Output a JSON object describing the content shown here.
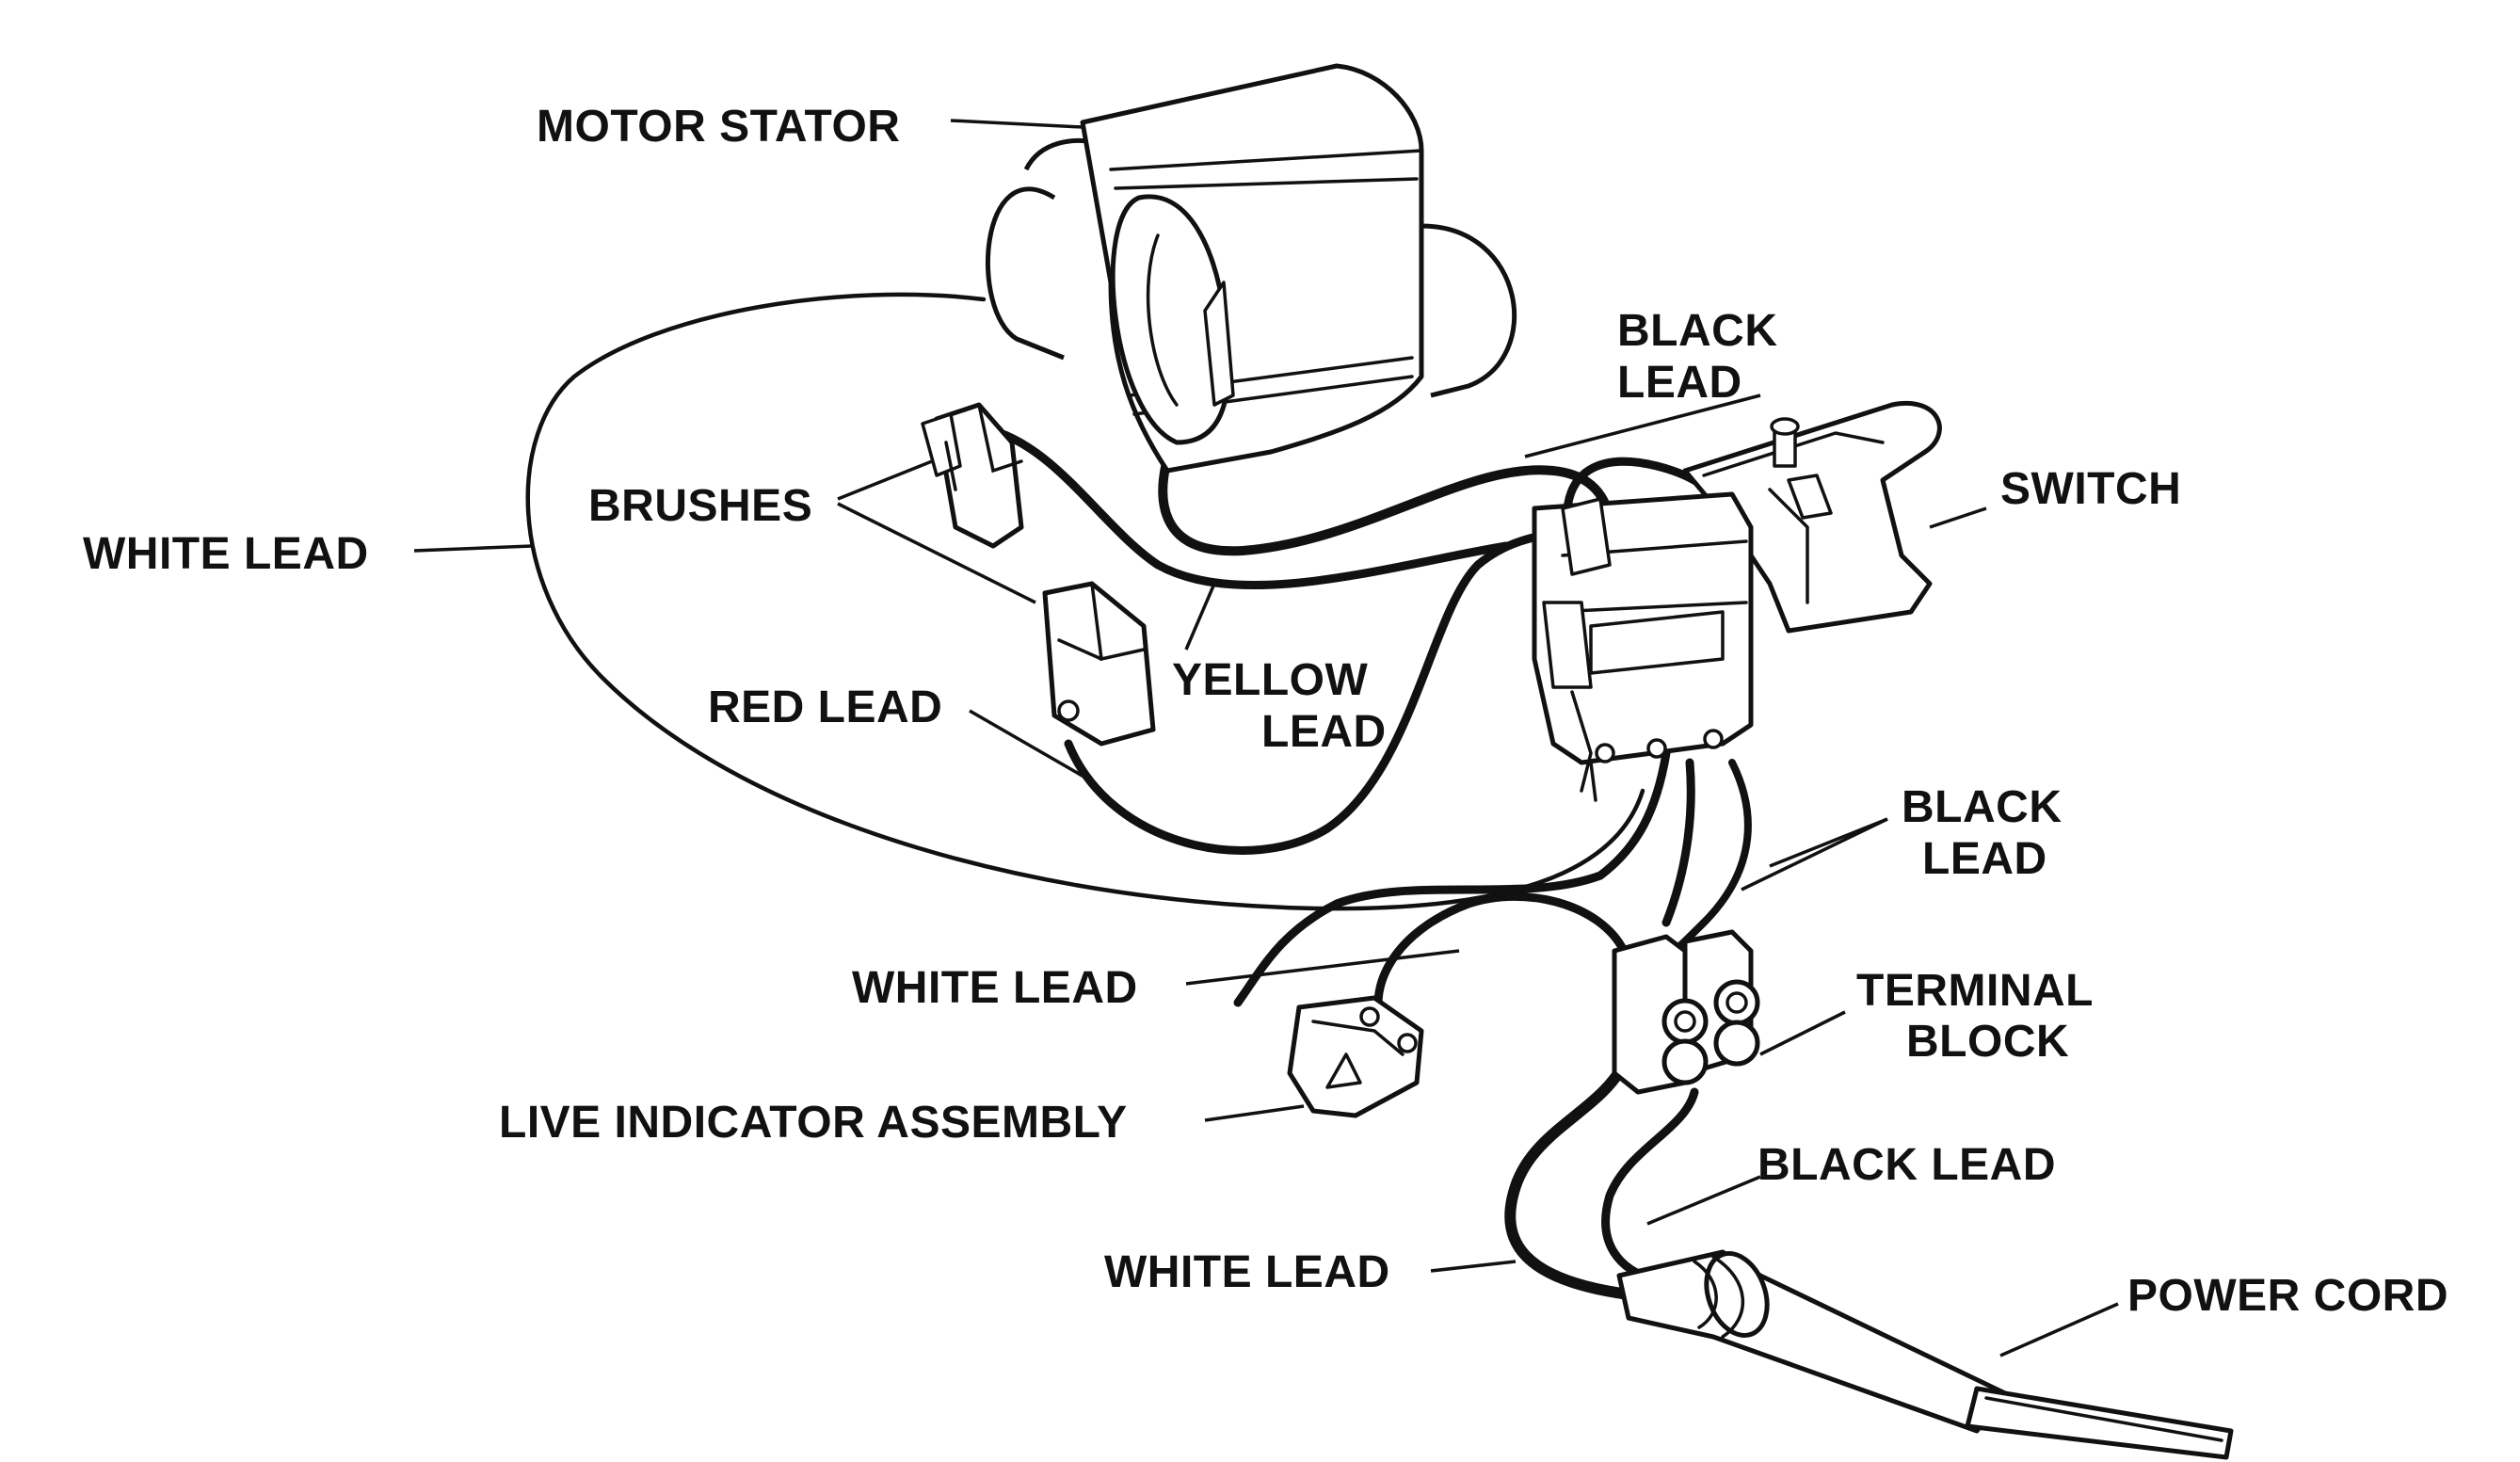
{
  "labels": {
    "motor_stator": "MOTOR STATOR",
    "black_lead_top_1": "BLACK",
    "black_lead_top_2": "LEAD",
    "switch": "SWITCH",
    "brushes": "BRUSHES",
    "white_lead_left": "WHITE LEAD",
    "yellow_lead_1": "YELLOW",
    "yellow_lead_2": "LEAD",
    "red_lead": "RED LEAD",
    "black_lead_mid_1": "BLACK",
    "black_lead_mid_2": "LEAD",
    "white_lead_mid": "WHITE LEAD",
    "terminal_block_1": "TERMINAL",
    "terminal_block_2": "BLOCK",
    "live_indicator_assembly": "LIVE INDICATOR ASSEMBLY",
    "black_lead_low": "BLACK LEAD",
    "white_lead_low": "WHITE LEAD",
    "power_cord": "POWER CORD"
  }
}
